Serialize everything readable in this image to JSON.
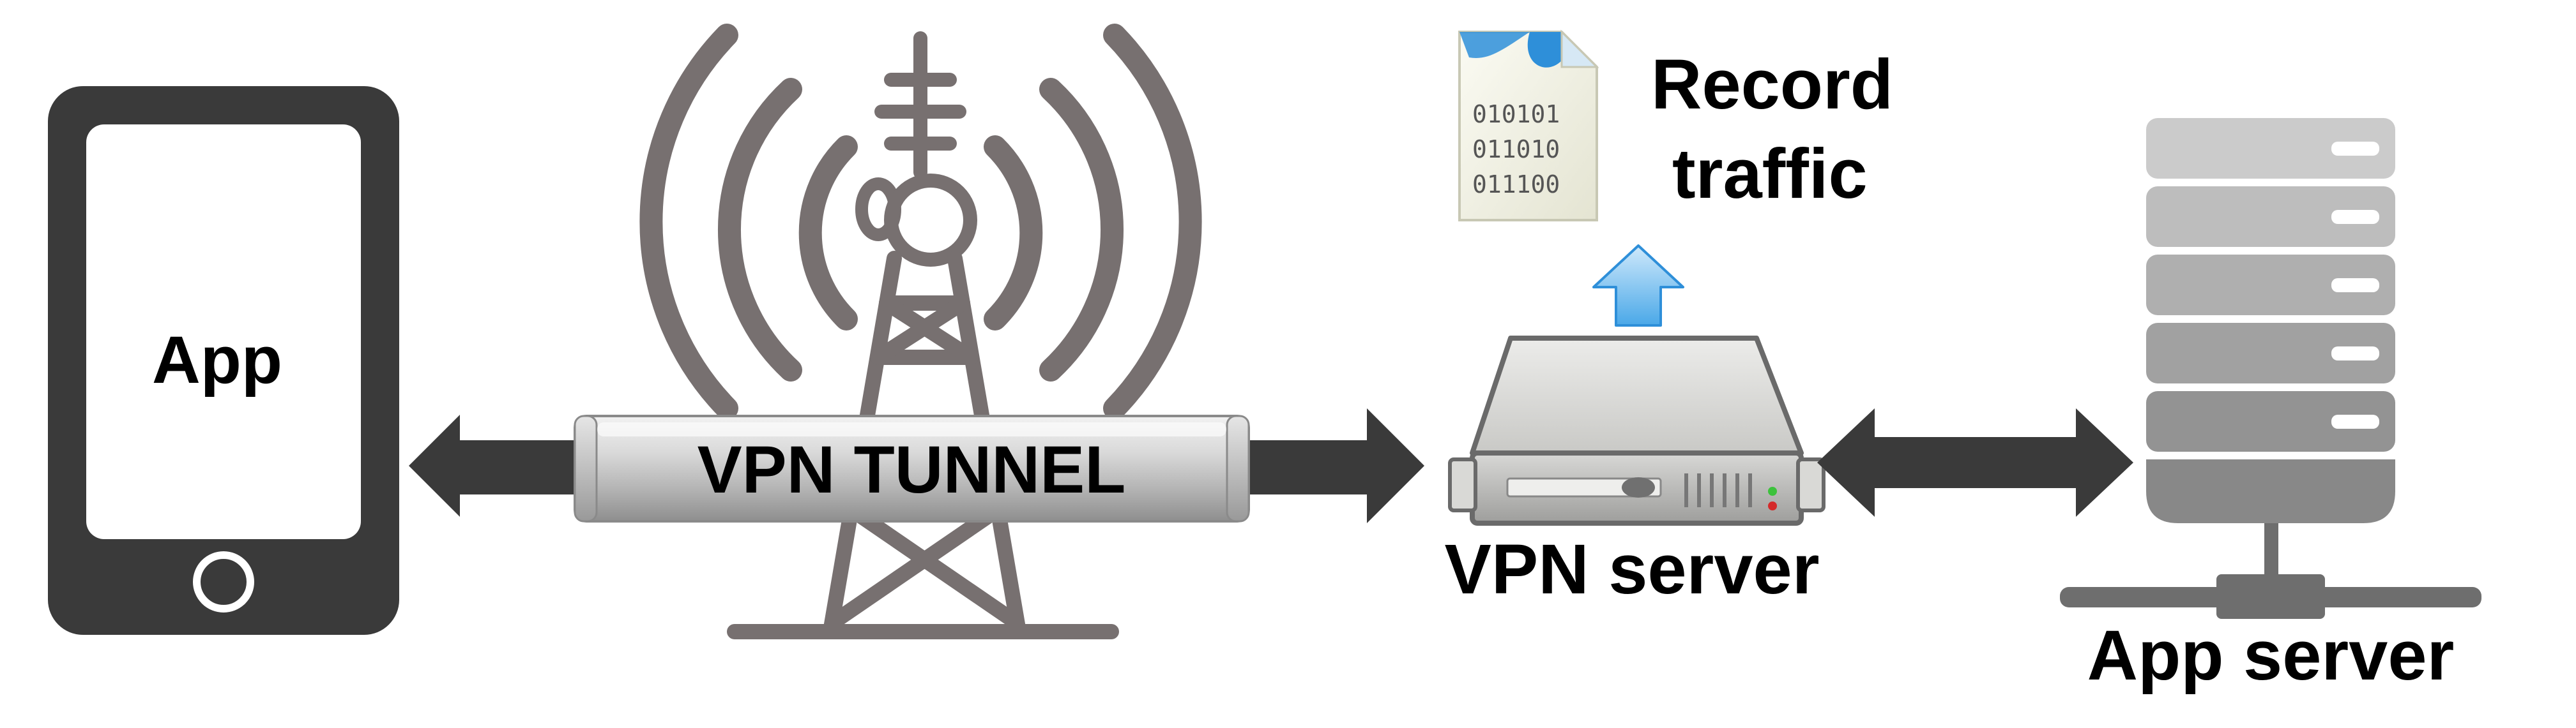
{
  "labels": {
    "phone_app": "App",
    "tunnel": "VPN TUNNEL",
    "record_line1": "Record",
    "record_line2": "traffic",
    "vpn_server": "VPN server",
    "app_server": "App server"
  },
  "file_bits": [
    "010101",
    "011010",
    "011100"
  ],
  "colors": {
    "phone": "#3a3a3a",
    "tower": "#777070",
    "arrow": "#3a3a3a",
    "upload_arrow": "#5ab4ea",
    "server_gray": "#8f8f8f"
  },
  "icons": [
    "phone-icon",
    "radio-tower-icon",
    "binary-file-icon",
    "upload-arrow-icon",
    "vpn-server-icon",
    "server-rack-icon"
  ]
}
